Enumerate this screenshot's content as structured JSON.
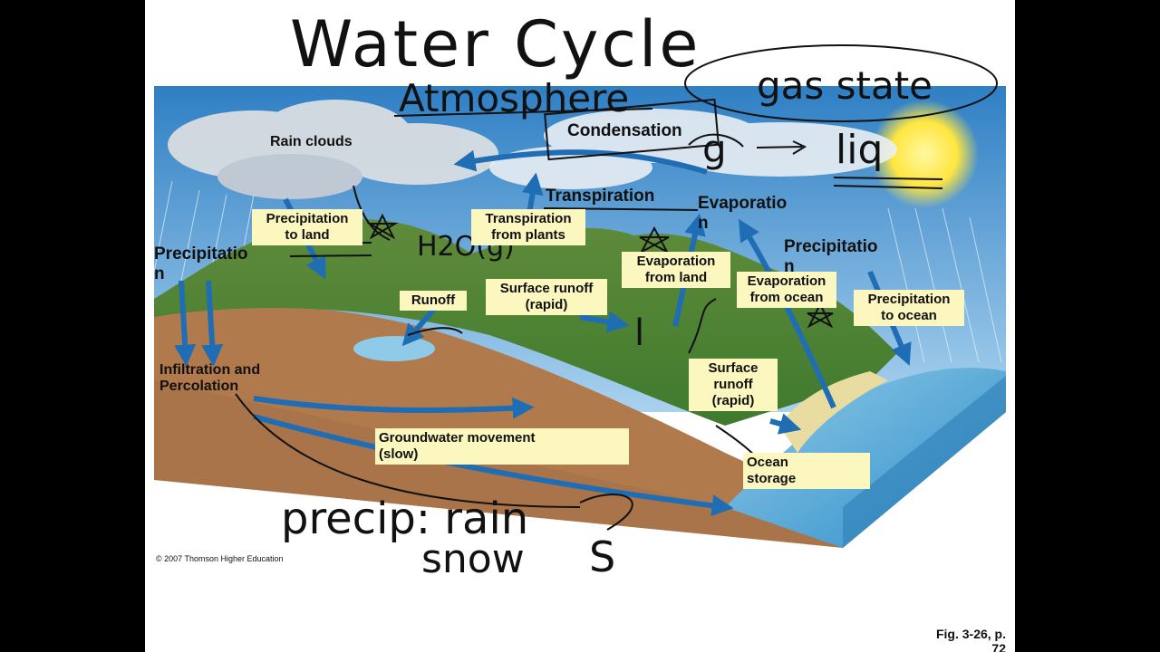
{
  "handwritten": {
    "title": "Water Cycle",
    "atmosphere": "Atmosphere",
    "gas_state": "gas state",
    "liq": "liq",
    "g": "g",
    "h2o_g": "H2O(g)",
    "l": "l",
    "precip": "precip: rain",
    "snow": "snow",
    "s": "S"
  },
  "labels": {
    "condensation": "Condensation",
    "rain_clouds": "Rain clouds",
    "transpiration": "Transpiration",
    "evaporation": "Evaporatio\nn",
    "precipitation_left": "Precipitatio\nn",
    "precipitation_right": "Precipitatio\nn",
    "infiltration": "Infiltration and\nPercolation"
  },
  "boxes": {
    "precip_land": "Precipitation\nto land",
    "transp_plants": "Transpiration\nfrom plants",
    "evap_land": "Evaporation\nfrom land",
    "evap_ocean": "Evaporation\nfrom ocean",
    "precip_ocean": "Precipitation\nto ocean",
    "runoff": "Runoff",
    "surface_runoff_1": "Surface runoff\n(rapid)",
    "surface_runoff_2": "Surface\nrunoff\n(rapid)",
    "groundwater": "Groundwater movement\n(slow)",
    "ocean_storage": "Ocean\nstorage"
  },
  "copyright": "© 2007 Thomson Higher Education",
  "fig_caption": "Fig. 3-26, p.\n72",
  "colors": {
    "sky": "#3f8fcc",
    "soil": "#a9744a",
    "ocean": "#4fa6d8",
    "arrow": "#1e6db5",
    "label_box": "#fcf6bf",
    "sun": "#ffe640"
  }
}
